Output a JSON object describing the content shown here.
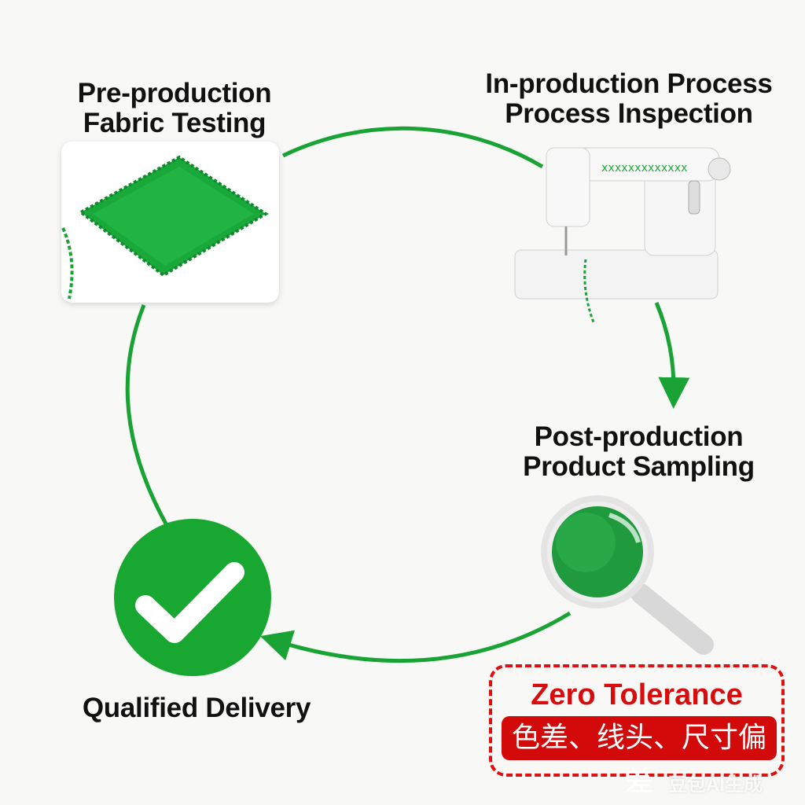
{
  "stages": {
    "pre": {
      "line1": "Pre-production",
      "line2": "Fabric Testing",
      "icon": "fabric-swatch"
    },
    "in": {
      "line1": "In-production Process",
      "line2": "Process Inspection",
      "icon": "sewing-machine"
    },
    "post": {
      "line1": "Post-production",
      "line2": "Product Sampling",
      "icon": "magnifier"
    },
    "delivery": {
      "label": "Qualified Delivery",
      "icon": "check-circle"
    }
  },
  "callout": {
    "title": "Zero Tolerance",
    "items": "色差、线头、尺寸偏差"
  },
  "watermark": "豆包AI生成",
  "colors": {
    "green": "#1aa335",
    "red": "#d20a0a"
  }
}
